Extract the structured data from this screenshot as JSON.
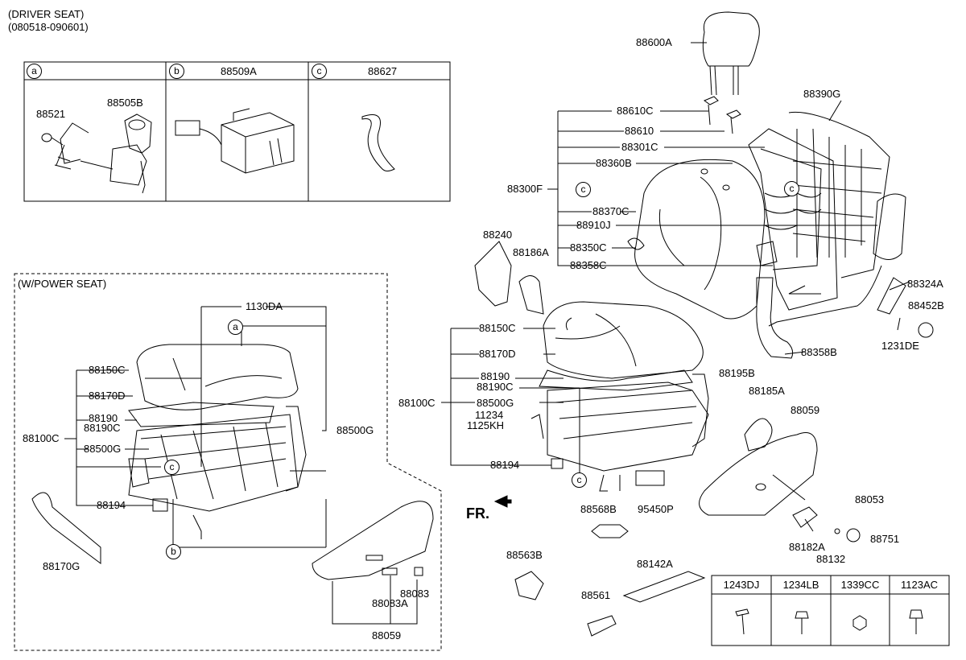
{
  "header": {
    "title": "(DRIVER SEAT)",
    "date_range": "(080518-090601)"
  },
  "inset_abc": {
    "a": {
      "marker": "a",
      "parts": [
        "88521",
        "88505B"
      ]
    },
    "b": {
      "marker": "b",
      "part": "88509A"
    },
    "c": {
      "marker": "c",
      "part": "88627"
    }
  },
  "power_seat": {
    "title": "(W/POWER SEAT)",
    "labels": [
      "1130DA",
      "88150C",
      "88170D",
      "88190",
      "88190C",
      "88100C",
      "88500G",
      "88194",
      "88500G",
      "88170G",
      "88083",
      "88083A",
      "88059"
    ],
    "markers": [
      "a",
      "c",
      "b"
    ]
  },
  "main": {
    "labels": [
      "88600A",
      "88610C",
      "88610",
      "88301C",
      "88360B",
      "88300F",
      "88370C",
      "88910J",
      "88350C",
      "88358C",
      "88390G",
      "88240",
      "88186A",
      "88324A",
      "88452B",
      "1231DE",
      "88358B",
      "88150C",
      "88170D",
      "88190",
      "88190C",
      "88100C",
      "88500G",
      "11234",
      "1125KH",
      "88195B",
      "88185A",
      "88059",
      "88194",
      "88053",
      "88568B",
      "95450P",
      "88182A",
      "88132",
      "88751",
      "88563B",
      "88142A",
      "88561"
    ],
    "markers": [
      "c",
      "c",
      "c"
    ],
    "fr": "FR."
  },
  "fastener_table": {
    "headers": [
      "1243DJ",
      "1234LB",
      "1339CC",
      "1123AC"
    ]
  }
}
